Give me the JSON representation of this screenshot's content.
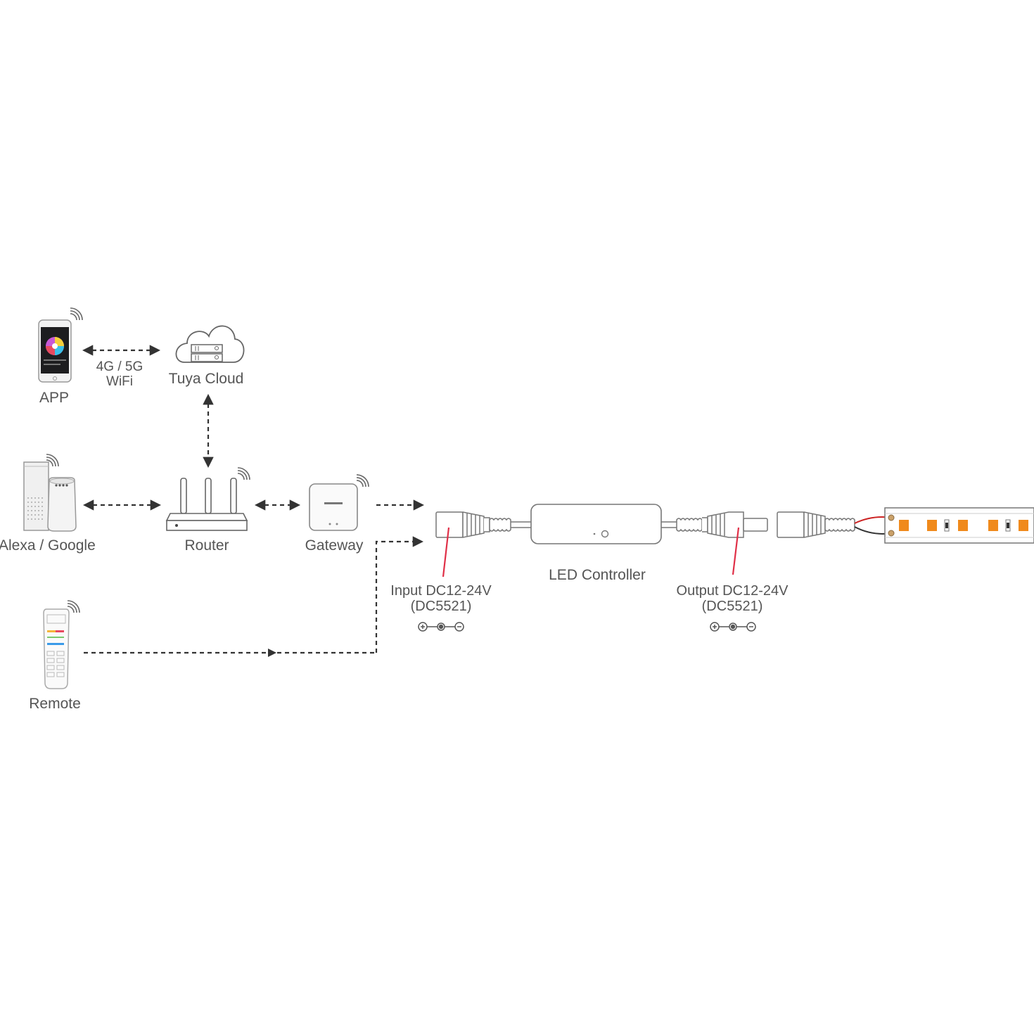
{
  "nodes": {
    "app": "APP",
    "cloud": "Tuya Cloud",
    "assistant": "Alexa / Google",
    "router": "Router",
    "gateway": "Gateway",
    "remote": "Remote",
    "controller": "LED Controller"
  },
  "links": {
    "app_cloud_line1": "4G / 5G",
    "app_cloud_line2": "WiFi"
  },
  "ports": {
    "input_line1": "Input DC12-24V",
    "input_line2": "(DC5521)",
    "output_line1": "Output DC12-24V",
    "output_line2": "(DC5521)"
  },
  "colors": {
    "line": "#333333",
    "outline": "#777777",
    "pointer": "#e03048",
    "led": "#f08a1c",
    "wire_red": "#cc2222"
  }
}
